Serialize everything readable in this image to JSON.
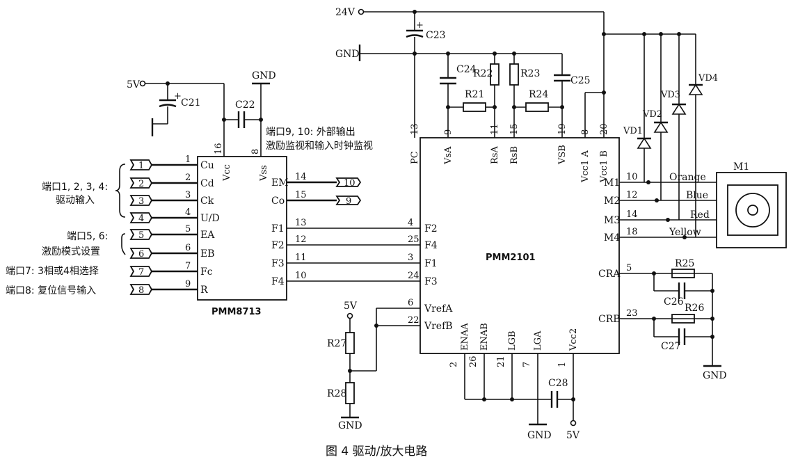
{
  "title": "图 4   驱动/放大电路",
  "power": {
    "v24": "24V",
    "gnd": "GND",
    "v5": "5V"
  },
  "chip_left": {
    "name": "PMM8713",
    "pins_left": [
      {
        "num": "1",
        "label": "Cu",
        "port": "1"
      },
      {
        "num": "2",
        "label": "Cd",
        "port": "2"
      },
      {
        "num": "3",
        "label": "Ck",
        "port": "3"
      },
      {
        "num": "4",
        "label": "U/D",
        "port": "4"
      },
      {
        "num": "5",
        "label": "EA",
        "port": "5"
      },
      {
        "num": "6",
        "label": "EB",
        "port": "6"
      },
      {
        "num": "7",
        "label": "Fc",
        "port": "7"
      },
      {
        "num": "9",
        "label": "R",
        "port": "8"
      }
    ],
    "pins_top": [
      {
        "num": "16",
        "label": "Vcc"
      },
      {
        "num": "8",
        "label": "Vss"
      }
    ],
    "pins_right": [
      {
        "num": "14",
        "label": "EM",
        "port": "10"
      },
      {
        "num": "15",
        "label": "Co",
        "port": "9"
      },
      {
        "num": "13",
        "label": "F1"
      },
      {
        "num": "12",
        "label": "F2"
      },
      {
        "num": "11",
        "label": "F3"
      },
      {
        "num": "10",
        "label": "F4"
      }
    ]
  },
  "chip_right": {
    "name": "PMM2101",
    "pins_left": [
      {
        "num": "4",
        "label": "F2"
      },
      {
        "num": "25",
        "label": "F4"
      },
      {
        "num": "3",
        "label": "F1"
      },
      {
        "num": "24",
        "label": "F3"
      },
      {
        "num": "6",
        "label": "VrefA"
      },
      {
        "num": "22",
        "label": "VrefB"
      }
    ],
    "pins_top": [
      {
        "num": "13",
        "label": "PC"
      },
      {
        "num": "9",
        "label": "VsA"
      },
      {
        "num": "11",
        "label": "RsA"
      },
      {
        "num": "15",
        "label": "RsB"
      },
      {
        "num": "19",
        "label": "VSB"
      },
      {
        "num": "8",
        "label": "Vcc1 A"
      },
      {
        "num": "20",
        "label": "Vcc1 B"
      }
    ],
    "pins_right": [
      {
        "num": "10",
        "label": "M1"
      },
      {
        "num": "12",
        "label": "M2"
      },
      {
        "num": "14",
        "label": "M3"
      },
      {
        "num": "18",
        "label": "M4"
      },
      {
        "num": "5",
        "label": "CRA"
      },
      {
        "num": "23",
        "label": "CRB"
      }
    ],
    "pins_bottom": [
      {
        "num": "2",
        "label": "ENAA"
      },
      {
        "num": "26",
        "label": "ENAB"
      },
      {
        "num": "21",
        "label": "LGB"
      },
      {
        "num": "7",
        "label": "LGA"
      },
      {
        "num": "1",
        "label": "Vcc2"
      }
    ]
  },
  "components": {
    "C21": "C21",
    "C22": "C22",
    "C23": "C23",
    "C24": "C24",
    "C25": "C25",
    "C26": "C26",
    "C27": "C27",
    "C28": "C28",
    "R21": "R21",
    "R22": "R22",
    "R23": "R23",
    "R24": "R24",
    "R25": "R25",
    "R26": "R26",
    "R27": "R27",
    "R28": "R28",
    "VD1": "VD1",
    "VD2": "VD2",
    "VD3": "VD3",
    "VD4": "VD4"
  },
  "motor": {
    "name": "M1",
    "wires": [
      "Orange",
      "Blue",
      "Red",
      "Yellow"
    ]
  },
  "notes": {
    "ports_1_4_line1": "端口1, 2, 3, 4:",
    "ports_1_4_line2": "驱动输入",
    "ports_5_6_line1": "端口5, 6:",
    "ports_5_6_line2": "激励模式设置",
    "port_7": "端口7: 3相或4相选择",
    "port_8": "端口8: 复位信号输入",
    "ports_9_10_line1": "端口9, 10: 外部输出",
    "ports_9_10_line2": "激励监视和输入时钟监视"
  }
}
